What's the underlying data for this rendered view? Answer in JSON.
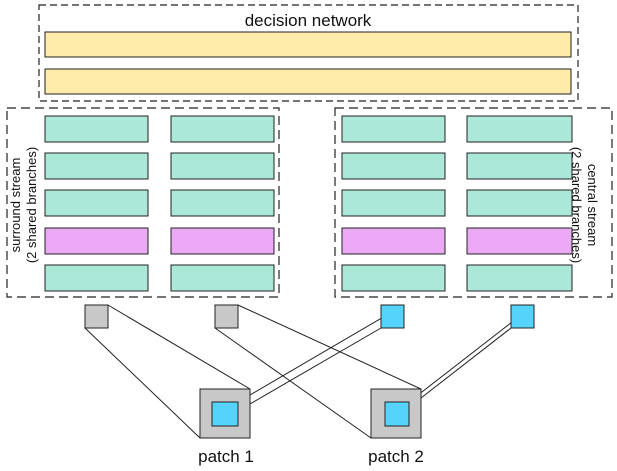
{
  "decision_network": {
    "title": "decision network",
    "layer_count": 2
  },
  "surround_stream": {
    "label_line1": "surround stream",
    "label_line2": "(2 shared branches)",
    "branches": 2,
    "layers": [
      "conv",
      "conv",
      "conv",
      "pool",
      "conv"
    ]
  },
  "central_stream": {
    "label_line1": "central stream",
    "label_line2": "(2 shared branches)",
    "branches": 2,
    "layers": [
      "conv",
      "conv",
      "conv",
      "pool",
      "conv"
    ]
  },
  "patches": [
    {
      "label": "patch 1"
    },
    {
      "label": "patch 2"
    }
  ],
  "colors": {
    "fc_layer": "#FFEBAA",
    "conv_layer": "#ACE8D8",
    "pool_layer": "#ECA9F6",
    "surround_patch": "#C8C8C8",
    "central_patch": "#55D3FA",
    "stroke": "#222222"
  }
}
